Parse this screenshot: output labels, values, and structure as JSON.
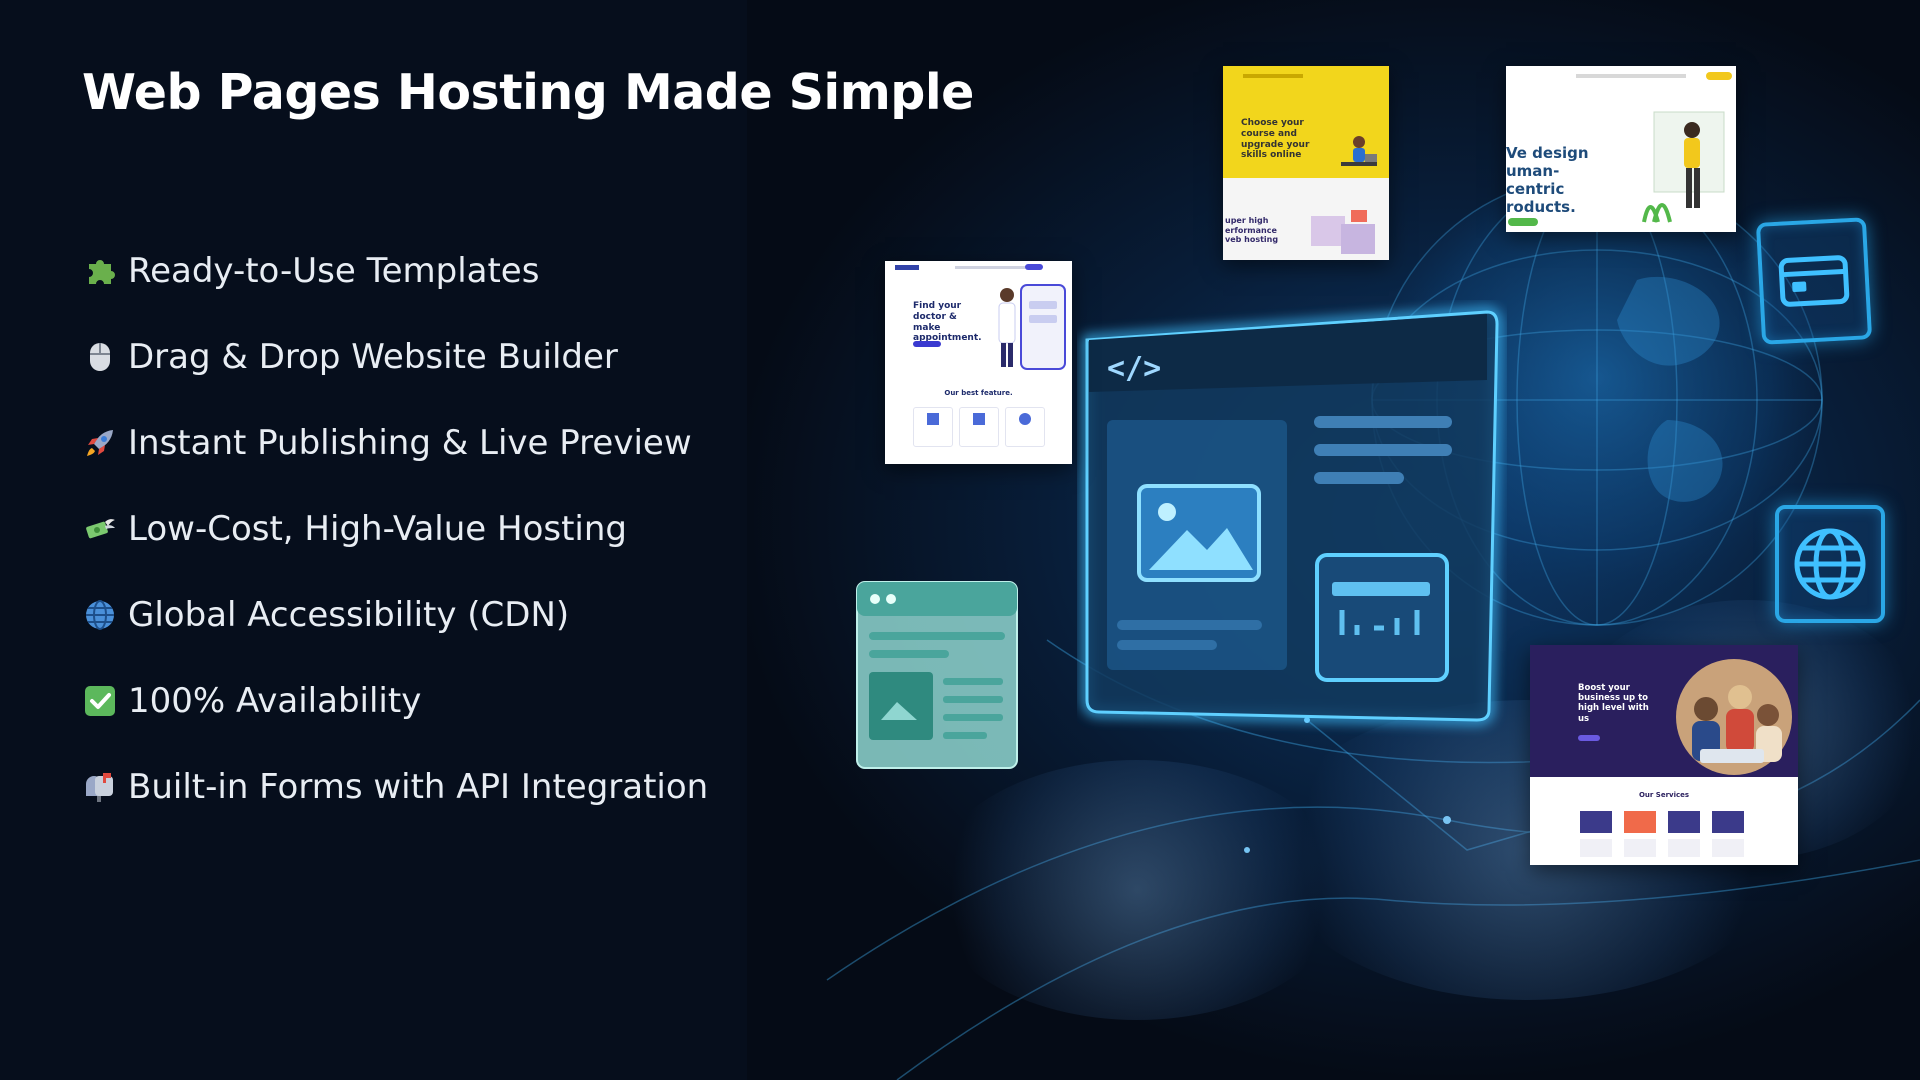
{
  "slide": {
    "title": "Web Pages Hosting Made Simple",
    "features": [
      {
        "icon": "puzzle-piece-icon",
        "label": "Ready-to-Use Templates"
      },
      {
        "icon": "mouse-icon",
        "label": "Drag & Drop Website Builder"
      },
      {
        "icon": "rocket-icon",
        "label": "Instant Publishing & Live Preview"
      },
      {
        "icon": "money-with-wings-icon",
        "label": "Low-Cost, High-Value Hosting"
      },
      {
        "icon": "globe-icon",
        "label": "Global Accessibility (CDN)"
      },
      {
        "icon": "check-mark-icon",
        "label": "100% Availability"
      },
      {
        "icon": "mailbox-icon",
        "label": "Built-in Forms with API Integration"
      }
    ]
  },
  "thumbnails": {
    "course": {
      "heading": "Choose your course and upgrade your skills online",
      "sub": "uper high erformance veb hosting"
    },
    "agency": {
      "heading": "Ve design uman-centric roducts."
    },
    "doctor": {
      "heading": "Find your doctor & make appointment.",
      "sub": "Our best feature."
    },
    "business": {
      "heading": "Boost your business up to high level with us",
      "sub": "Our Services"
    }
  },
  "colors": {
    "background": "#050b16",
    "panel": "#060e1c",
    "accent_glow": "#2aa7e6",
    "title_text": "#ffffff",
    "feature_text": "#e8edf3",
    "yellow": "#f2d61c",
    "purple": "#3b2a7a"
  }
}
